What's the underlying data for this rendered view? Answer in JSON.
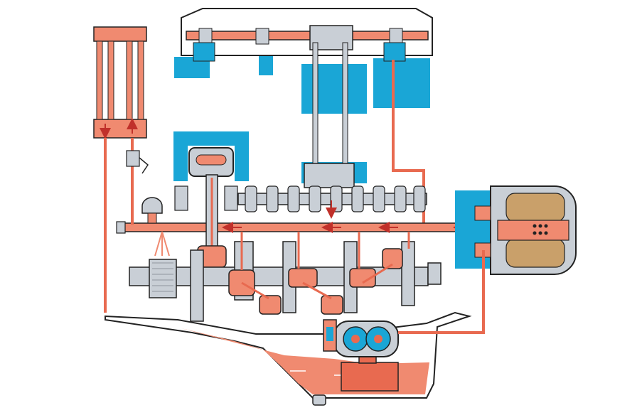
{
  "diagram": {
    "type": "engine-lubrication-system-schematic",
    "colors": {
      "oil": "#f08a70",
      "oil_line": "#e86a50",
      "block": "#1aa6d6",
      "metal": "#c9cfd6",
      "metal_dark": "#8e969f",
      "outline": "#222222",
      "filter_element": "#c9a06a",
      "background": "#ffffff"
    },
    "components": [
      {
        "id": "oil-cooler",
        "icon": "radiator-icon"
      },
      {
        "id": "cooler-valve",
        "icon": "valve-icon"
      },
      {
        "id": "pressure-sensor",
        "icon": "sensor-icon"
      },
      {
        "id": "oil-filter",
        "icon": "filter-icon"
      },
      {
        "id": "oil-pump",
        "icon": "gear-pump-icon"
      },
      {
        "id": "oil-sump",
        "icon": "sump-icon"
      },
      {
        "id": "drain-plug",
        "icon": "plug-icon"
      },
      {
        "id": "crankshaft",
        "icon": "crankshaft-icon"
      },
      {
        "id": "camshaft",
        "icon": "camshaft-icon"
      },
      {
        "id": "rocker-shaft",
        "icon": "rocker-icon"
      },
      {
        "id": "piston",
        "icon": "piston-icon"
      },
      {
        "id": "timing-gear",
        "icon": "gear-icon"
      },
      {
        "id": "spray-jet",
        "icon": "spray-icon"
      }
    ],
    "flow_arrows": [
      "main-gallery",
      "cooler-feed",
      "cooler-return",
      "camshaft-drop"
    ]
  }
}
